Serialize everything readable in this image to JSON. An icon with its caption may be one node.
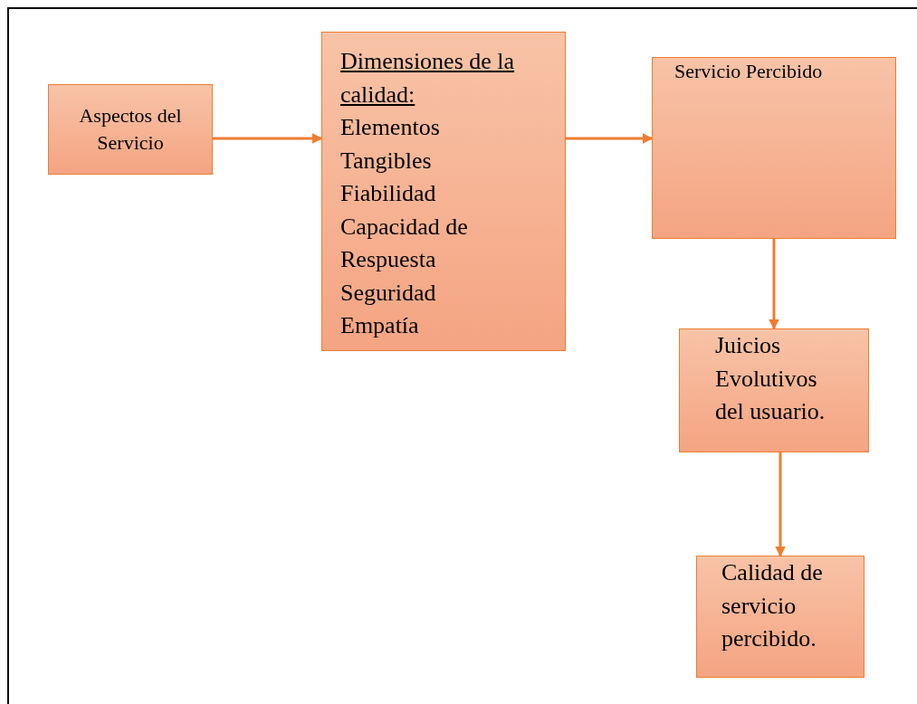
{
  "diagram": {
    "nodes": [
      {
        "text": [
          "Aspectos del Servicio"
        ]
      },
      {
        "text": [
          "Dimensiones de la calidad:",
          "Elementos Tangibles",
          "Fiabilidad",
          "Capacidad de Respuesta",
          "Seguridad",
          "Empatía"
        ]
      },
      {
        "text": [
          "Servicio Percibido"
        ]
      },
      {
        "text": [
          "Juicios Evolutivos del usuario."
        ]
      },
      {
        "text": [
          "Calidad de servicio percibido."
        ]
      }
    ],
    "edges": [
      {
        "from": 0,
        "to": 1,
        "arrow": "to"
      },
      {
        "from": 1,
        "to": 2,
        "arrow": "to"
      },
      {
        "from": 2,
        "to": 3,
        "arrow": "to"
      },
      {
        "from": 3,
        "to": 4,
        "arrow": "to"
      }
    ]
  }
}
